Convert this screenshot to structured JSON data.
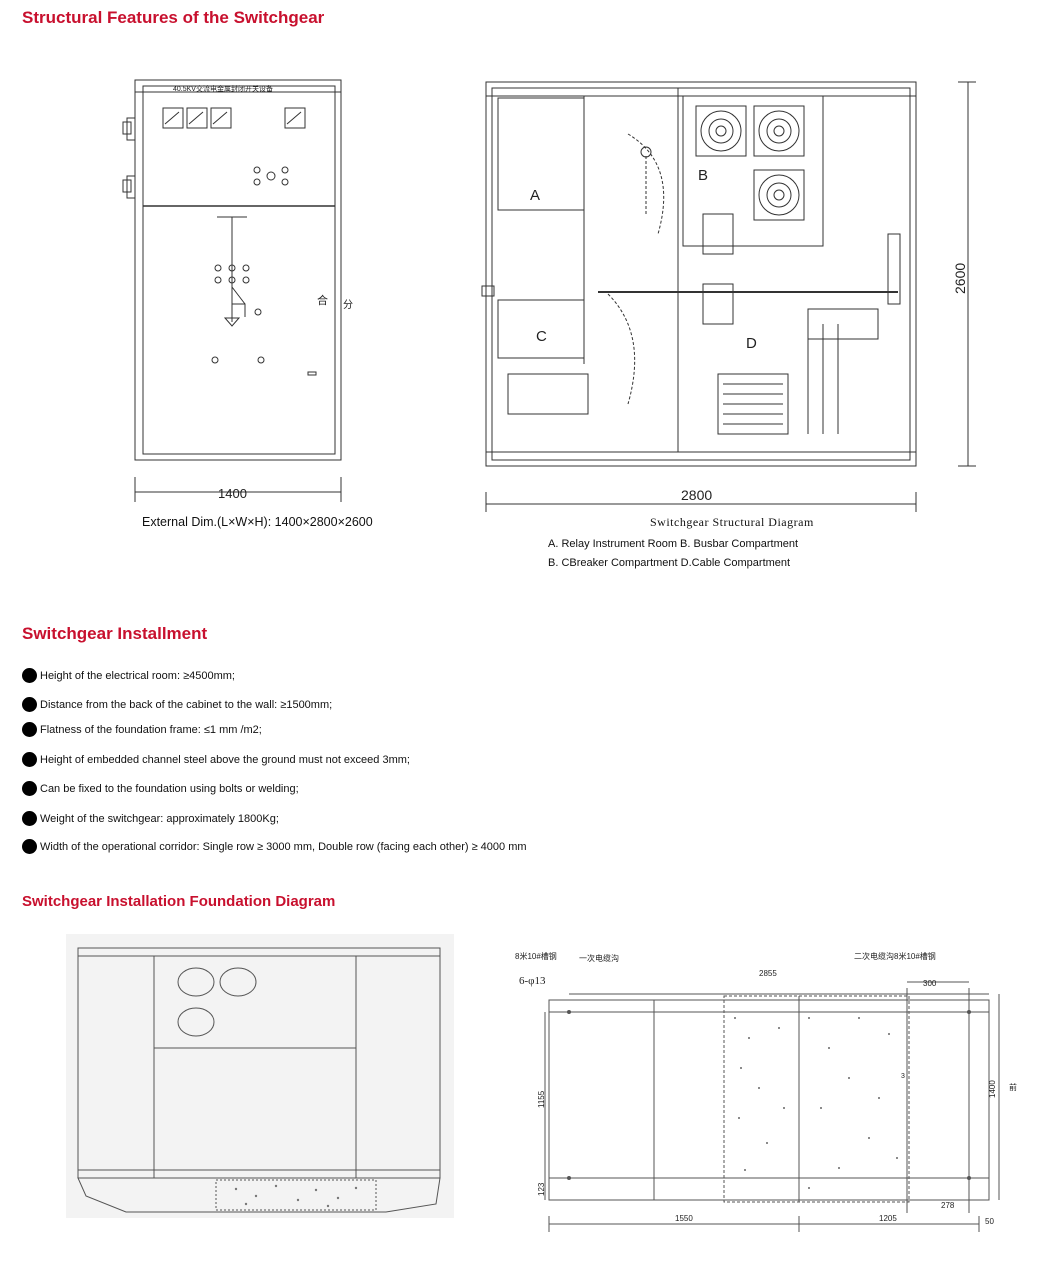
{
  "headings": {
    "structural": "Structural Features of the Switchgear",
    "installment": "Switchgear Installment",
    "foundation": "Switchgear Installation Foundation Diagram"
  },
  "front_view": {
    "panel_title": "40.5KV交流电金属封闭开关设备",
    "switch_on": "合",
    "switch_off": "分",
    "width_dim": "1400",
    "caption": "External Dim.(L×W×H): 1400×2800×2600"
  },
  "side_view": {
    "label_a": "A",
    "label_b": "B",
    "label_c": "C",
    "label_d": "D",
    "width_dim": "2800",
    "height_dim": "2600",
    "caption": "Switchgear Structural Diagram",
    "legend_1": "A. Relay Instrument Room  B. Busbar Compartment",
    "legend_2": "B. CBreaker Compartment  D.Cable Compartment"
  },
  "installation_items": [
    "Height of the electrical room: ≥4500mm;",
    "Distance from the back of the cabinet to the wall: ≥1500mm;",
    "Flatness of the foundation frame: ≤1 mm   /m2;",
    "Height of embedded channel steel above the ground must not exceed 3mm;",
    "Can be fixed to the foundation using bolts or welding;",
    "Weight of the switchgear: approximately 1800Kg;",
    "Width of the operational corridor: Single row ≥ 3000 mm, Double row (facing each other) ≥ 4000 mm"
  ],
  "foundation_plan": {
    "channel_steel": "8米10#槽钢",
    "primary_trench": "一次电缆沟",
    "secondary_trench": "二次电缆沟8米10#槽钢",
    "holes": "6-φ13",
    "dim_2855": "2855",
    "dim_300": "300",
    "dim_1155": "1155",
    "dim_123": "123",
    "dim_1400": "1400",
    "front_mark": "前",
    "dim_278": "278",
    "dim_1550": "1550",
    "dim_1205": "1205",
    "dim_50": "50",
    "small_3": "3"
  },
  "colors": {
    "heading": "#c8102e",
    "line": "#333333"
  }
}
